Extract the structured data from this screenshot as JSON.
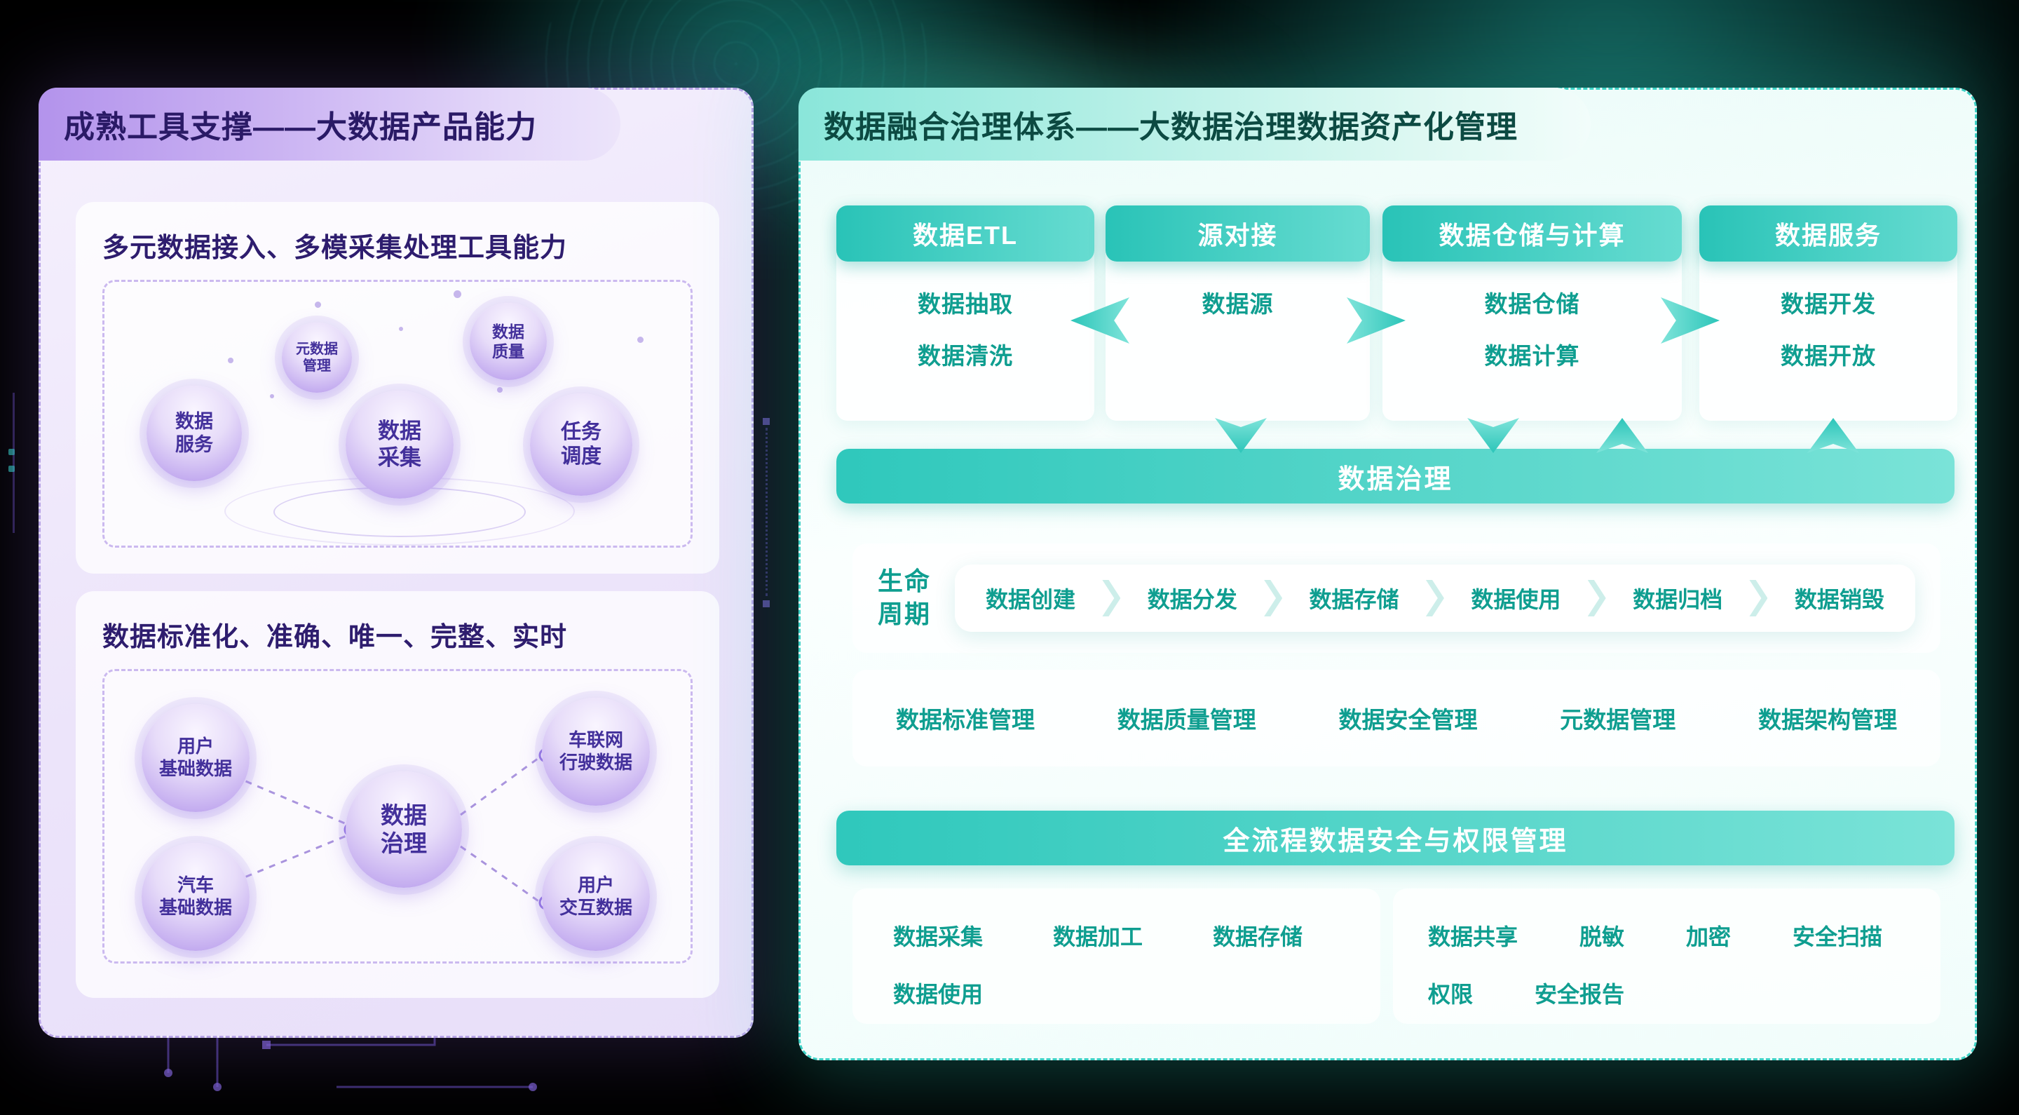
{
  "left_panel": {
    "title": "成熟工具支撑——大数据产品能力",
    "section1": {
      "title": "多元数据接入、多模采集处理工具能力",
      "bubble_meta": "元数据\n管理",
      "bubble_quality": "数据\n质量",
      "bubble_service": "数据\n服务",
      "bubble_collect": "数据\n采集",
      "bubble_schedule": "任务\n调度"
    },
    "section2": {
      "title": "数据标准化、准确、唯一、完整、实时",
      "bubble_user_base": "用户\n基础数据",
      "bubble_vehicle_net": "车联网\n行驶数据",
      "bubble_car_base": "汽车\n基础数据",
      "bubble_user_interact": "用户\n交互数据",
      "bubble_center": "数据\n治理"
    }
  },
  "right_panel": {
    "title": "数据融合治理体系——大数据治理数据资产化管理",
    "columns": [
      {
        "header": "数据ETL",
        "items": [
          "数据抽取",
          "数据清洗"
        ]
      },
      {
        "header": "源对接",
        "items": [
          "数据源"
        ]
      },
      {
        "header": "数据仓储与计算",
        "items": [
          "数据仓储",
          "数据计算"
        ]
      },
      {
        "header": "数据服务",
        "items": [
          "数据开发",
          "数据开放"
        ]
      }
    ],
    "governance_bar": "数据治理",
    "lifecycle_label": "生命\n周期",
    "lifecycle_stages": [
      "数据创建",
      "数据分发",
      "数据存储",
      "数据使用",
      "数据归档",
      "数据销毁"
    ],
    "management_items": [
      "数据标准管理",
      "数据质量管理",
      "数据安全管理",
      "元数据管理",
      "数据架构管理"
    ],
    "security_bar": "全流程数据安全与权限管理",
    "security_left_items": [
      "数据采集",
      "数据加工",
      "数据存储",
      "数据使用"
    ],
    "security_right_items": [
      "数据共享",
      "脱敏",
      "加密",
      "安全扫描",
      "权限",
      "安全报告"
    ]
  },
  "colors": {
    "teal_accent": "#2fc8bc",
    "purple_accent": "#6a4fd0"
  }
}
